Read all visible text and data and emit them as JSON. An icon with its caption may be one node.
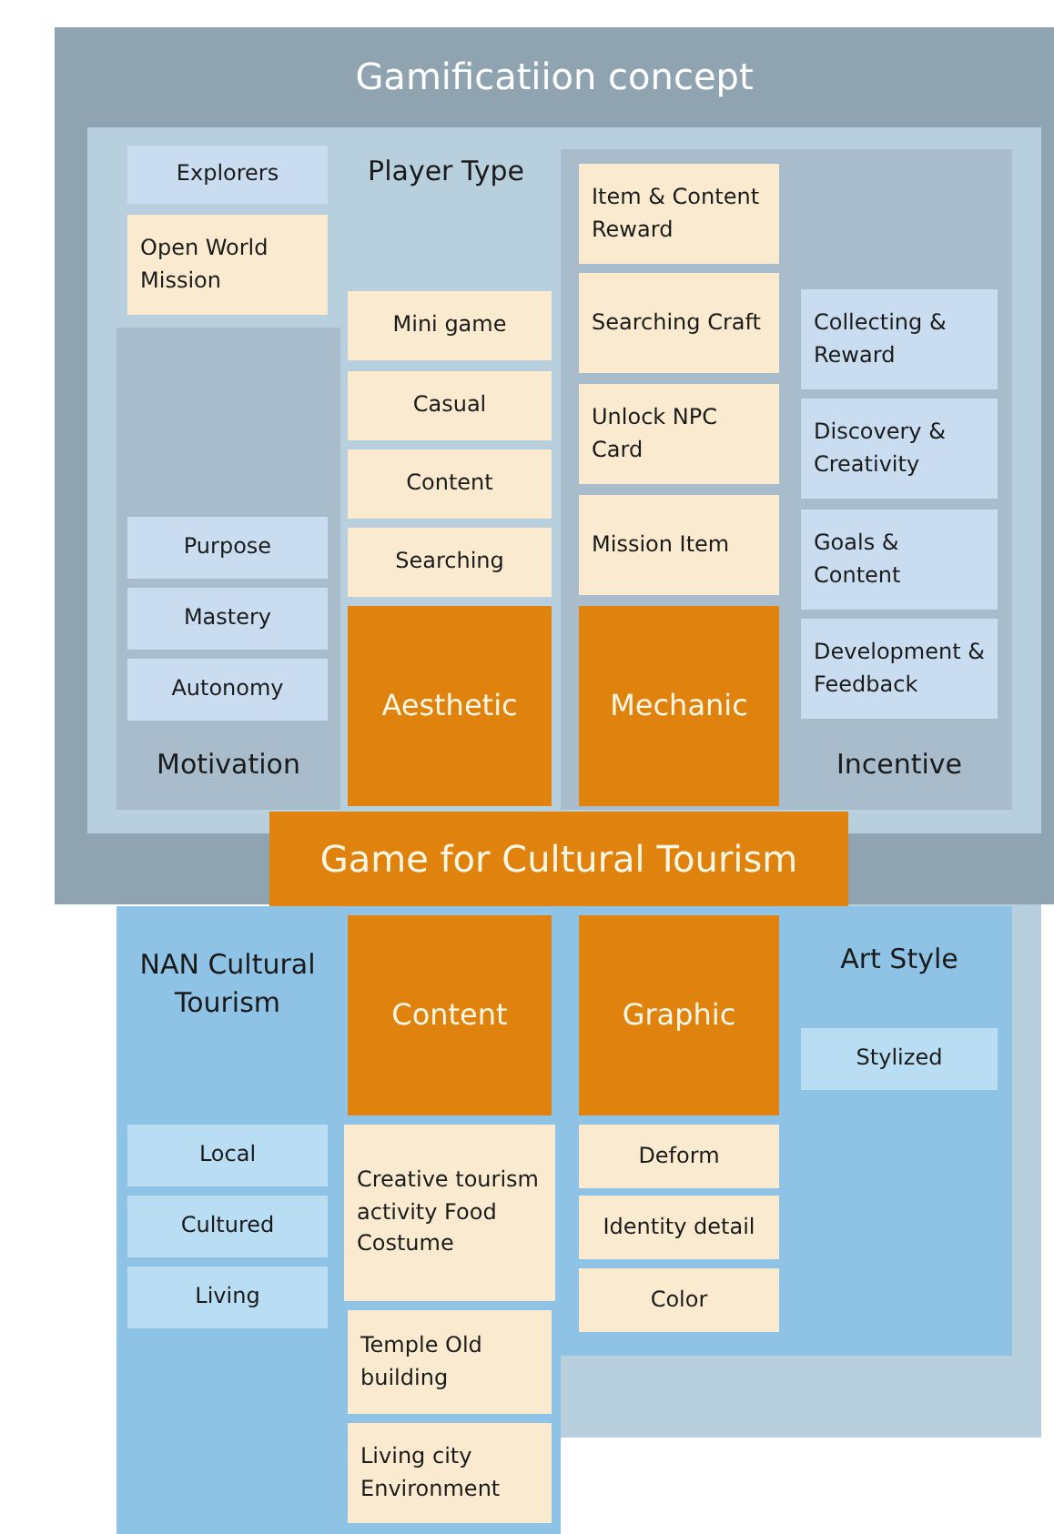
{
  "diagram": {
    "nodes": [
      {
        "text": [
          "Gamificatiion concept"
        ]
      },
      {
        "text": [
          "Player Type"
        ],
        "in": 0
      },
      {
        "text": [
          "Explorers"
        ],
        "in": 1
      },
      {
        "text": [
          "Open World Mission"
        ],
        "in": 1
      },
      {
        "text": [
          "Motivation"
        ],
        "in": 1
      },
      {
        "text": [
          "Purpose"
        ],
        "in": 4
      },
      {
        "text": [
          "Mastery"
        ],
        "in": 4
      },
      {
        "text": [
          "Autonomy"
        ],
        "in": 4
      },
      {
        "text": [
          "Mini game"
        ],
        "in": 1
      },
      {
        "text": [
          "Casual"
        ],
        "in": 1
      },
      {
        "text": [
          "Content"
        ],
        "in": 1
      },
      {
        "text": [
          "Searching"
        ],
        "in": 1
      },
      {
        "text": [
          "Aesthetic"
        ],
        "in": 1
      },
      {
        "text": [
          "Incentive"
        ],
        "in": 1
      },
      {
        "text": [
          "Item & Content Reward"
        ],
        "in": 13
      },
      {
        "text": [
          "Searching Craft"
        ],
        "in": 13
      },
      {
        "text": [
          "Unlock NPC Card"
        ],
        "in": 13
      },
      {
        "text": [
          "Mission Item"
        ],
        "in": 13
      },
      {
        "text": [
          "Mechanic"
        ],
        "in": 13
      },
      {
        "text": [
          "Collecting & Reward"
        ],
        "in": 13
      },
      {
        "text": [
          "Discovery & Creativity"
        ],
        "in": 13
      },
      {
        "text": [
          "Goals & Content"
        ],
        "in": 13
      },
      {
        "text": [
          "Development & Feedback"
        ],
        "in": 13
      },
      {
        "text": [
          "Game for Cultural Tourism"
        ],
        "in": 0
      },
      {
        "text": [
          "NAN Cultural Tourism"
        ]
      },
      {
        "text": [
          "Local"
        ],
        "in": 24
      },
      {
        "text": [
          "Cultured"
        ],
        "in": 24
      },
      {
        "text": [
          "Living"
        ],
        "in": 24
      },
      {
        "text": [
          "Content"
        ],
        "in": 24
      },
      {
        "text": [
          "Creative tourism activity Food Costume"
        ],
        "in": 24
      },
      {
        "text": [
          "Temple Old building"
        ],
        "in": 24
      },
      {
        "text": [
          "Living city Environment"
        ],
        "in": 24
      },
      {
        "text": [
          "Art Style"
        ]
      },
      {
        "text": [
          "Stylized"
        ],
        "in": 32
      },
      {
        "text": [
          "Graphic"
        ],
        "in": 32
      },
      {
        "text": [
          "Deform"
        ],
        "in": 32
      },
      {
        "text": [
          "Identity detail"
        ],
        "in": 32
      },
      {
        "text": [
          "Color"
        ],
        "in": 32
      }
    ]
  }
}
